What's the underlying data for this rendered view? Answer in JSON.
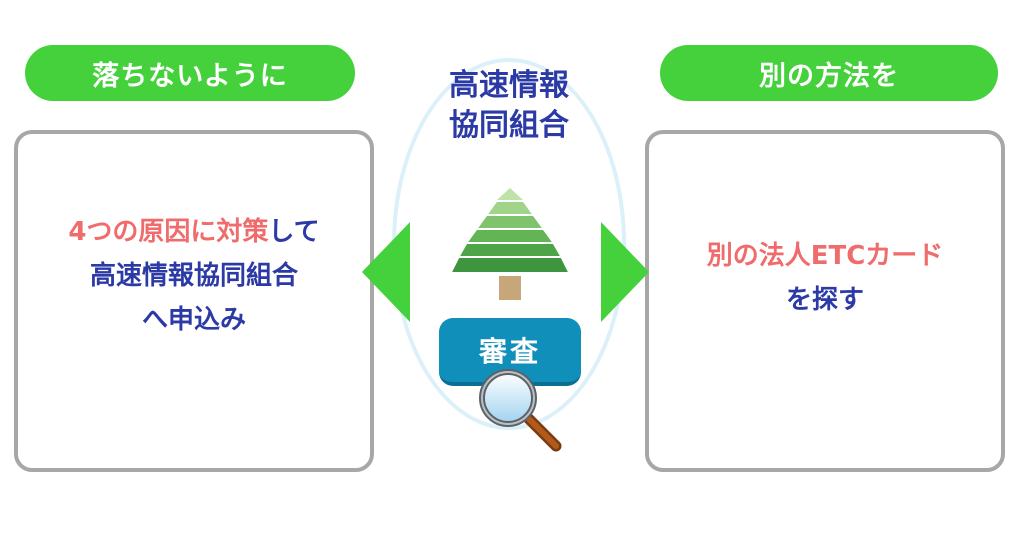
{
  "left": {
    "header": "落ちないように",
    "line1_red": "4つの原因に対策",
    "line1_blue": "して",
    "line2": "高速情報協同組合",
    "line3": "へ申込み"
  },
  "center": {
    "org_line1": "高速情報",
    "org_line2": "協同組合",
    "review_label": "審査",
    "icons": [
      "tree-logo-icon",
      "magnifier-icon",
      "arrow-left-icon",
      "arrow-right-icon"
    ]
  },
  "right": {
    "header": "別の方法を",
    "line1": "別の法人ETCカード",
    "line2": "を探す"
  },
  "colors": {
    "green": "#44d13b",
    "red_text": "#f06b6b",
    "blue_text": "#2c3aa6",
    "review_bg": "#0f8fb9",
    "border": "#a7a7a7"
  }
}
